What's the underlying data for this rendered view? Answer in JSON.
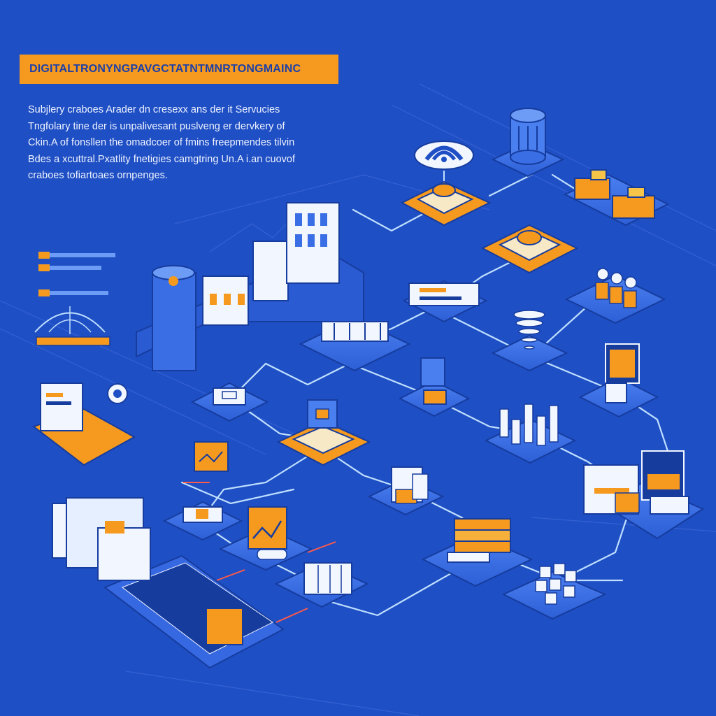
{
  "header": {
    "title": "DIGITALTRONYNGPAVGCTATNTMNRTONGMAINC"
  },
  "intro": {
    "lines": [
      "Subjlery craboes Arader dn cresexx ans der it Servucies",
      "Tngfolary tine der is unpalivesant puslveng er dervkery of",
      "Ckin.A of fonsllen the omadcoer of fmins freepmendes tilvin",
      "Bdes a xcuttral.Pxatlity fnetigies camgtring Un.A i.an cuovof",
      "craboes tofiartoaes ornpenges."
    ]
  },
  "colors": {
    "background": "#1f4fc4",
    "platform": "#3a6ee4",
    "platform_edge": "#163c9e",
    "accent": "#f59a1e",
    "link": "#bfe0ff",
    "white": "#f2f6ff"
  },
  "icons": [
    "database-server-icon",
    "router-icon",
    "processor-chip-icon",
    "wifi-signal-icon",
    "city-buildings-icon",
    "network-switch-icon",
    "dashboard-panel-icon",
    "funnel-icon",
    "users-group-icon",
    "monitor-icon",
    "bar-chart-icon",
    "cube-box-icon",
    "storage-rack-icon",
    "keyboard-icon",
    "document-stack-icon",
    "globe-icon",
    "trend-chart-icon",
    "server-stack-icon"
  ]
}
